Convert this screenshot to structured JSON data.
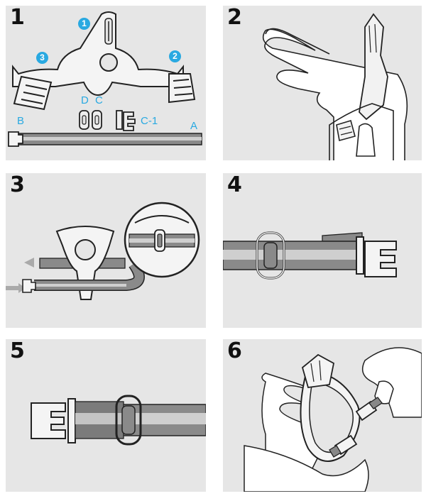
{
  "steps": [
    {
      "number": "1"
    },
    {
      "number": "2"
    },
    {
      "number": "3"
    },
    {
      "number": "4"
    },
    {
      "number": "5"
    },
    {
      "number": "6"
    }
  ],
  "step1": {
    "badges": [
      "1",
      "2",
      "3"
    ],
    "labels": {
      "a": "A",
      "b": "B",
      "c": "C",
      "d": "D",
      "c1": "C-1"
    }
  },
  "colors": {
    "panel_bg": "#e6e6e6",
    "accent_blue": "#29a9e1",
    "strap_gray": "#8a8a8a",
    "strap_stripe": "#cfcfcf",
    "outline": "#222222"
  }
}
